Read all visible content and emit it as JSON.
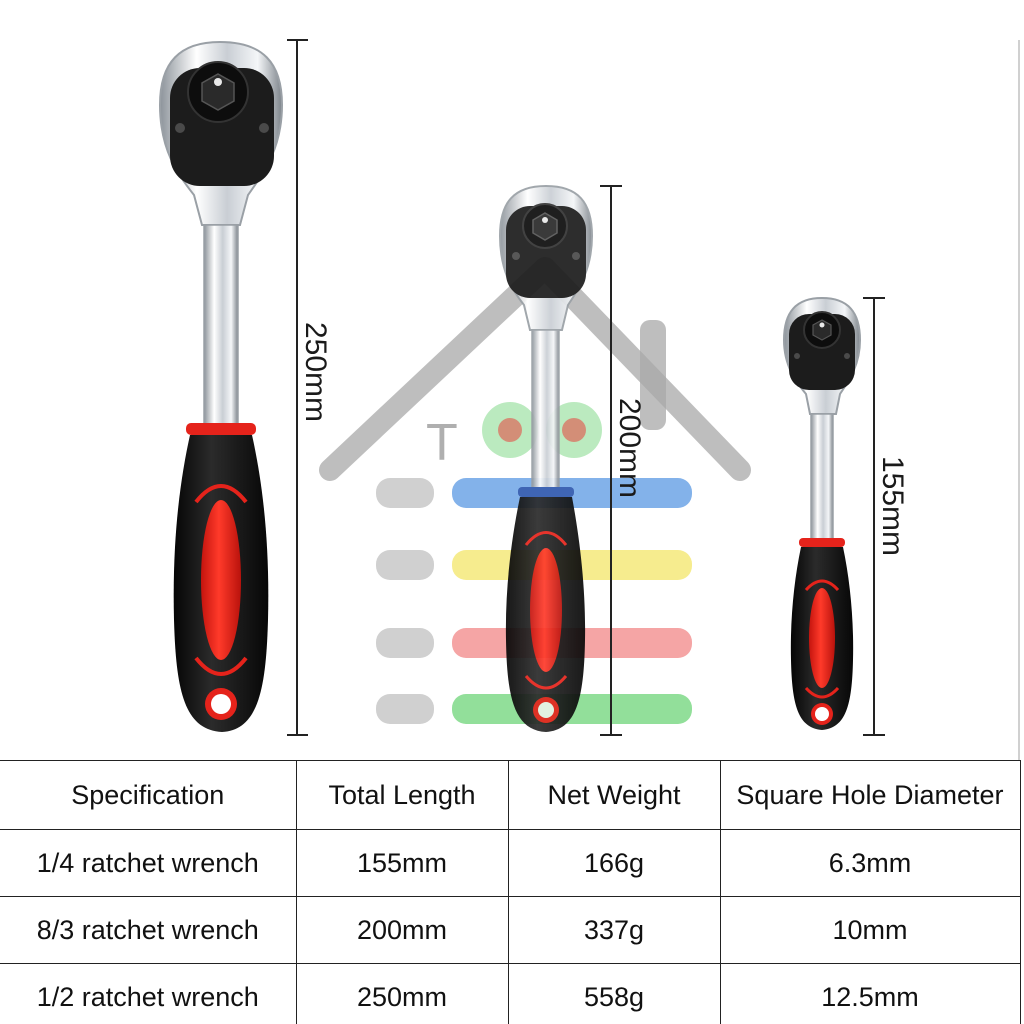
{
  "dimensions": {
    "large": "250mm",
    "medium": "200mm",
    "small": "155mm"
  },
  "watermark": {
    "text": "T",
    "bar_colors": [
      "#4a8fe0",
      "#f2e45a",
      "#f07a7a",
      "#5fd06a"
    ],
    "roof_color": "#9a9a9a"
  },
  "colors": {
    "handle_black": "#161616",
    "handle_red": "#e5231b",
    "chrome": "#d9dde2",
    "head_black": "#1c1c1c"
  },
  "table": {
    "headers": [
      "Specification",
      "Total Length",
      "Net Weight",
      "Square Hole Diameter"
    ],
    "rows": [
      [
        "1/4 ratchet wrench",
        "155mm",
        "166g",
        "6.3mm"
      ],
      [
        "8/3 ratchet wrench",
        "200mm",
        "337g",
        "10mm"
      ],
      [
        "1/2 ratchet wrench",
        "250mm",
        "558g",
        "12.5mm"
      ]
    ]
  }
}
